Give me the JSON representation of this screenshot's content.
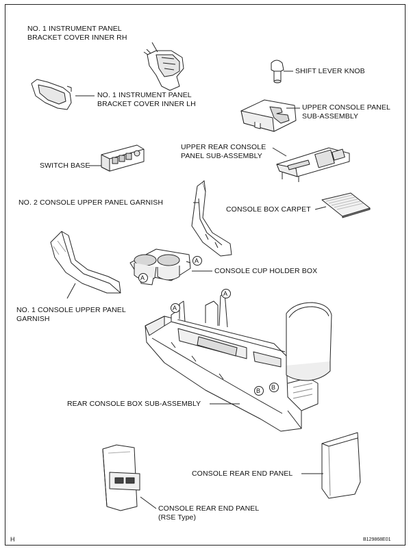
{
  "labels": {
    "bracket_rh_1": "NO. 1 INSTRUMENT PANEL",
    "bracket_rh_2": "BRACKET COVER INNER RH",
    "bracket_lh_1": "NO. 1 INSTRUMENT PANEL",
    "bracket_lh_2": "BRACKET COVER INNER LH",
    "shift_knob": "SHIFT LEVER KNOB",
    "upper_console_1": "UPPER CONSOLE PANEL",
    "upper_console_2": "SUB-ASSEMBLY",
    "upper_rear_1": "UPPER REAR CONSOLE",
    "upper_rear_2": "PANEL SUB-ASSEMBLY",
    "switch_base": "SWITCH BASE",
    "no2_garnish": "NO. 2 CONSOLE UPPER PANEL GARNISH",
    "carpet": "CONSOLE BOX CARPET",
    "cup_holder": "CONSOLE CUP HOLDER BOX",
    "no1_garnish_1": "NO. 1 CONSOLE UPPER PANEL",
    "no1_garnish_2": "GARNISH",
    "rear_box": "REAR CONSOLE BOX SUB-ASSEMBLY",
    "rear_end": "CONSOLE REAR END PANEL",
    "rear_end_rse_1": "CONSOLE REAR END PANEL",
    "rear_end_rse_2": "(RSE Type)"
  },
  "markers": {
    "a": "A",
    "b": "B"
  },
  "footer": {
    "left": "H",
    "right": "B129868E01"
  },
  "colors": {
    "line": "#222222",
    "fill": "#ffffff",
    "shade": "#cfcfcf"
  }
}
